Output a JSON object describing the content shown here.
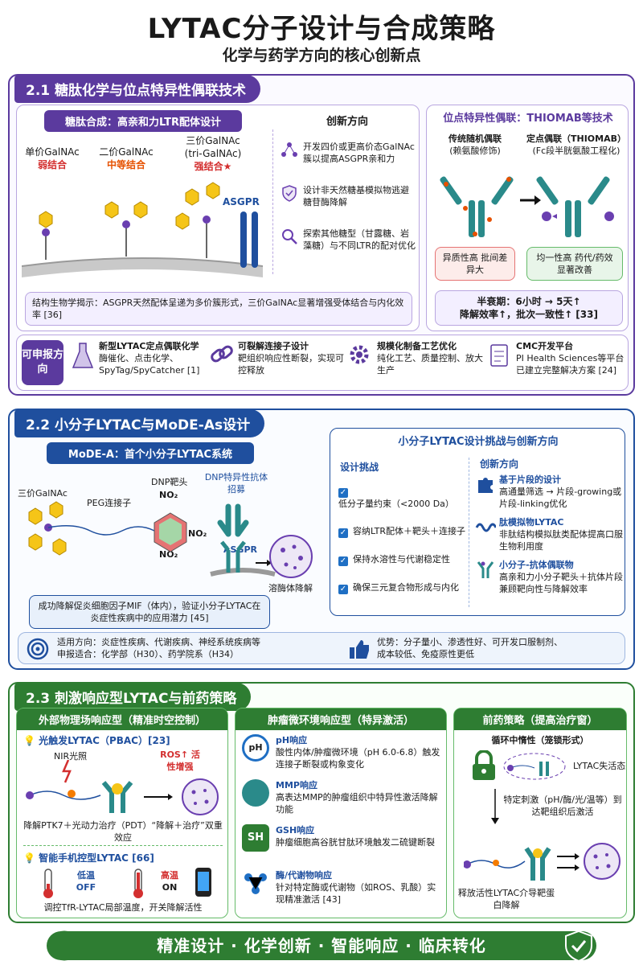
{
  "header": {
    "title": "LYTAC分子设计与合成策略",
    "subtitle": "化学与药学方向的核心创新点"
  },
  "s1": {
    "heading": "2.1 糖肽化学与位点特异性偶联技术",
    "glyco_pill": "糖肽合成：高亲和力LTR配体设计",
    "mono": {
      "name": "单价GalNAc",
      "level": "弱结合"
    },
    "bi": {
      "name": "二价GalNAc",
      "level": "中等结合"
    },
    "tri": {
      "name": "三价GalNAc",
      "name2": "(tri-GalNAc)",
      "level": "强结合★"
    },
    "asgpr": "ASGPR",
    "struct_note": "结构生物学揭示：ASGPR天然配体呈递为多价簇形式，三价GalNAc显著增强受体结合与内化效率 [36]",
    "innov_title": "创新方向",
    "innov": [
      "开发四价或更高价态GalNAc簇以提高ASGPR亲和力",
      "设计非天然糖基模拟物逃避糖苷酶降解",
      "探索其他糖型（甘露糖、岩藻糖）与不同LTR的配对优化"
    ],
    "site_title": "位点特异性偶联：THIOMAB等技术",
    "trad": {
      "title": "传统随机偶联",
      "sub": "(赖氨酸修饰)",
      "box": "异质性高 批间差异大"
    },
    "site": {
      "title": "定点偶联（THIOMAB）",
      "sub": "(Fc段半胱氨酸工程化)",
      "box": "均一性高 药代/药效显著改善"
    },
    "halflife": "半衰期：6小时 → 5天↑",
    "efficiency": "降解效率↑，批次一致性↑ [33]",
    "apply_label": "可申报方向",
    "apply": [
      {
        "title": "新型LYTAC定点偶联化学",
        "desc": "酶催化、点击化学、SpyTag/SpyCatcher [1]"
      },
      {
        "title": "可裂解连接子设计",
        "desc": "靶组织响应性断裂，实现可控释放"
      },
      {
        "title": "规模化制备工艺优化",
        "desc": "纯化工艺、质量控制、放大生产"
      },
      {
        "title": "CMC开发平台",
        "desc": "PI Health Sciences等平台已建立完整解决方案 [24]"
      }
    ]
  },
  "s2": {
    "heading": "2.2 小分子LYTAC与MoDE-As设计",
    "mode_pill": "MoDE-A：首个小分子LYTAC系统",
    "tri_label": "三价GalNAc",
    "peg": "PEG连接子",
    "dnp": "DNP靶头",
    "no2": "NO₂",
    "ab_label": "DNP特异性抗体招募",
    "asgpr": "ASGPR",
    "lyso": "溶酶体降解",
    "note": "成功降解促炎细胞因子MIF（体内），验证小分子LYTAC在炎症性疾病中的应用潜力 [45]",
    "ch_title": "小分子LYTAC设计挑战与创新方向",
    "ch_sub": "设计挑战",
    "challenges": [
      "低分子量约束（<2000 Da）",
      "容纳LTR配体＋靶头＋连接子",
      "保持水溶性与代谢稳定性",
      "确保三元复合物形成与内化"
    ],
    "in_sub": "创新方向",
    "innovations": [
      {
        "title": "基于片段的设计",
        "desc": "高通量筛选 → 片段-growing或片段-linking优化"
      },
      {
        "title": "肽模拟物LYTAC",
        "desc": "非肽结构模拟肽类配体提高口服生物利用度"
      },
      {
        "title": "小分子-抗体偶联物",
        "desc": "高亲和力小分子靶头＋抗体片段兼顾靶向性与降解效率"
      }
    ],
    "apply_dir": "适用方向：炎症性疾病、代谢疾病、神经系统疾病等",
    "apply_dept": "申报适合：化学部（H30）、药学院系（H34）",
    "adv1": "优势：分子量小、渗透性好、可开发口服制剂、",
    "adv2": "成本较低、免疫原性更低"
  },
  "s3": {
    "heading": "2.3 刺激响应型LYTAC与前药策略",
    "c1_title": "外部物理场响应型（精准时空控制）",
    "pbac": "光触发LYTAC（PBAC）[23]",
    "nir": "NIR光照",
    "ros": "ROS↑ 活性增强",
    "pbac_desc": "降解PTK7＋光动力治疗（PDT）“降解＋治疗”双重效应",
    "smart": "智能手机控型LYTAC [66]",
    "low": "低温",
    "off": "OFF",
    "high": "高温",
    "on": "ON",
    "smart_desc": "调控TfR-LYTAC局部温度，开关降解活性",
    "c2_title": "肿瘤微环境响应型（特异激活）",
    "tme": [
      {
        "icon": "pH",
        "title": "pH响应",
        "desc": "酸性内体/肿瘤微环境（pH 6.0-6.8）触发连接子断裂或构象变化"
      },
      {
        "icon": "",
        "title": "MMP响应",
        "desc": "高表达MMP的肿瘤组织中特异性激活降解功能"
      },
      {
        "icon": "SH",
        "title": "GSH响应",
        "desc": "肿瘤细胞高谷胱甘肽环境触发二硫键断裂"
      },
      {
        "icon": "",
        "title": "酶/代谢物响应",
        "desc": "针对特定酶或代谢物（如ROS、乳酸）实现精准激活 [43]"
      }
    ],
    "c3_title": "前药策略（提高治疗窗）",
    "cyc": "循环中惰性（笼锁形式）",
    "inactive": "LYTAC失活态",
    "stimulus": "特定刺激（pH/酶/光/温等）到达靶组织后激活",
    "release": "释放活性LYTAC介导靶蛋白降解"
  },
  "footer": "精准设计 · 化学创新 · 智能响应 · 临床转化",
  "colors": {
    "purple": "#5b3a9e",
    "blue": "#1f4f9e",
    "green": "#2e7d32",
    "gold": "#f5c518",
    "teal": "#2a8a8a"
  }
}
